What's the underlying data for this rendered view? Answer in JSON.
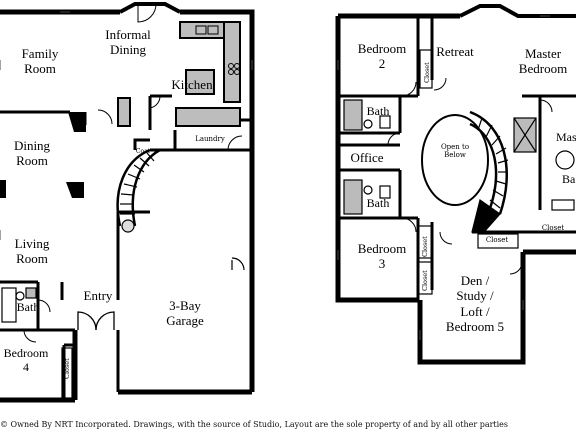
{
  "first_floor": {
    "family_room": "Family\nRoom",
    "informal_dining": "Informal\nDining",
    "kitchen": "Kitchen",
    "laundry": "Laundry",
    "coat": "Coat",
    "dining_room": "Dining\nRoom",
    "living_room": "Living\nRoom",
    "entry": "Entry",
    "garage": "3-Bay\nGarage",
    "bath": "Bath",
    "bedroom_4": "Bedroom\n4",
    "closet": "Closet"
  },
  "second_floor": {
    "bedroom_2": "Bedroom\n2",
    "retreat": "Retreat",
    "master_bedroom": "Master\nBedroom",
    "closet_b2": "Closet",
    "bath_upper": "Bath",
    "office": "Office",
    "open_to_below": "Open to\nBelow",
    "bath_lower": "Bath",
    "master_bath_partial": "Mas",
    "master_bath_partial2": "Ba",
    "closet_master": "Closet",
    "bedroom_3": "Bedroom\n3",
    "closet_b3_upper": "Closet",
    "closet_b3_lower": "Closet",
    "closet_hall": "Closet",
    "den": "Den /\nStudy /\nLoft /\nBedroom 5"
  },
  "caption": "© Owned By NRT Incorporated. Drawings, with the source of Studio, Layout are the sole property of and by all other parties"
}
